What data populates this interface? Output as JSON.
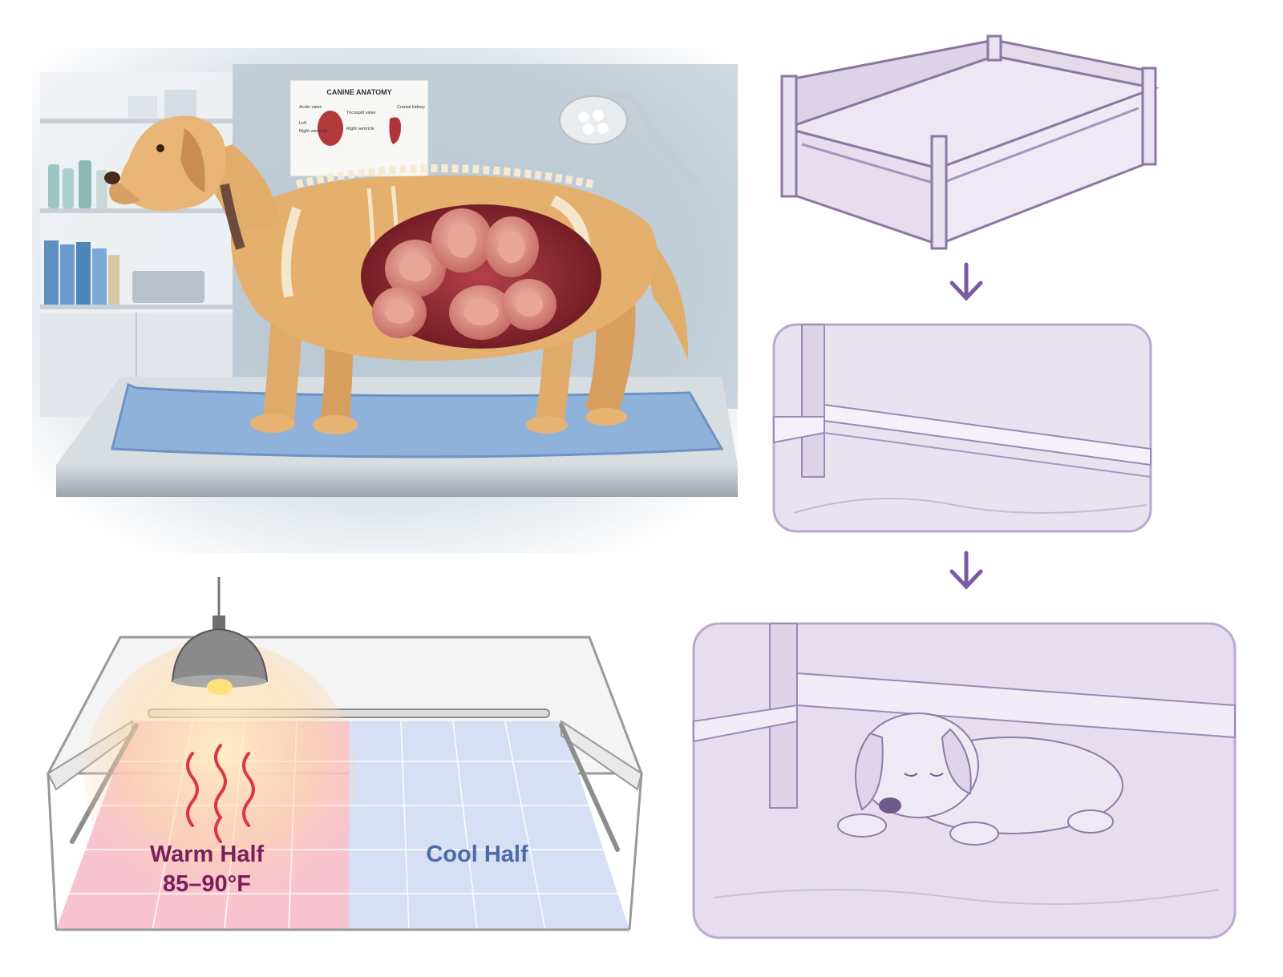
{
  "exam_scene": {
    "poster": {
      "title": "CANINE ANATOMY",
      "labels": [
        "Aortic valve",
        "Tricuspid valve",
        "Cranial kidney",
        "Left",
        "Right ventricle",
        "Right ventricle"
      ]
    }
  },
  "box_sequence": {
    "steps": [
      "whelping-box-overview",
      "pig-rail-closeup",
      "puppy-under-rail"
    ]
  },
  "heat_box": {
    "warm": {
      "label": "Warm Half",
      "temp": "85–90°F",
      "color": "#f6b9c8"
    },
    "cool": {
      "label": "Cool Half",
      "color": "#d6dff3"
    },
    "warm_text_color": "#7a1f5c",
    "cool_text_color": "#4a6aa8"
  },
  "colors": {
    "accent_purple": "#7d5aa6",
    "panel_lavender": "#e9e2f1",
    "panel_border": "#b9a8cf"
  }
}
